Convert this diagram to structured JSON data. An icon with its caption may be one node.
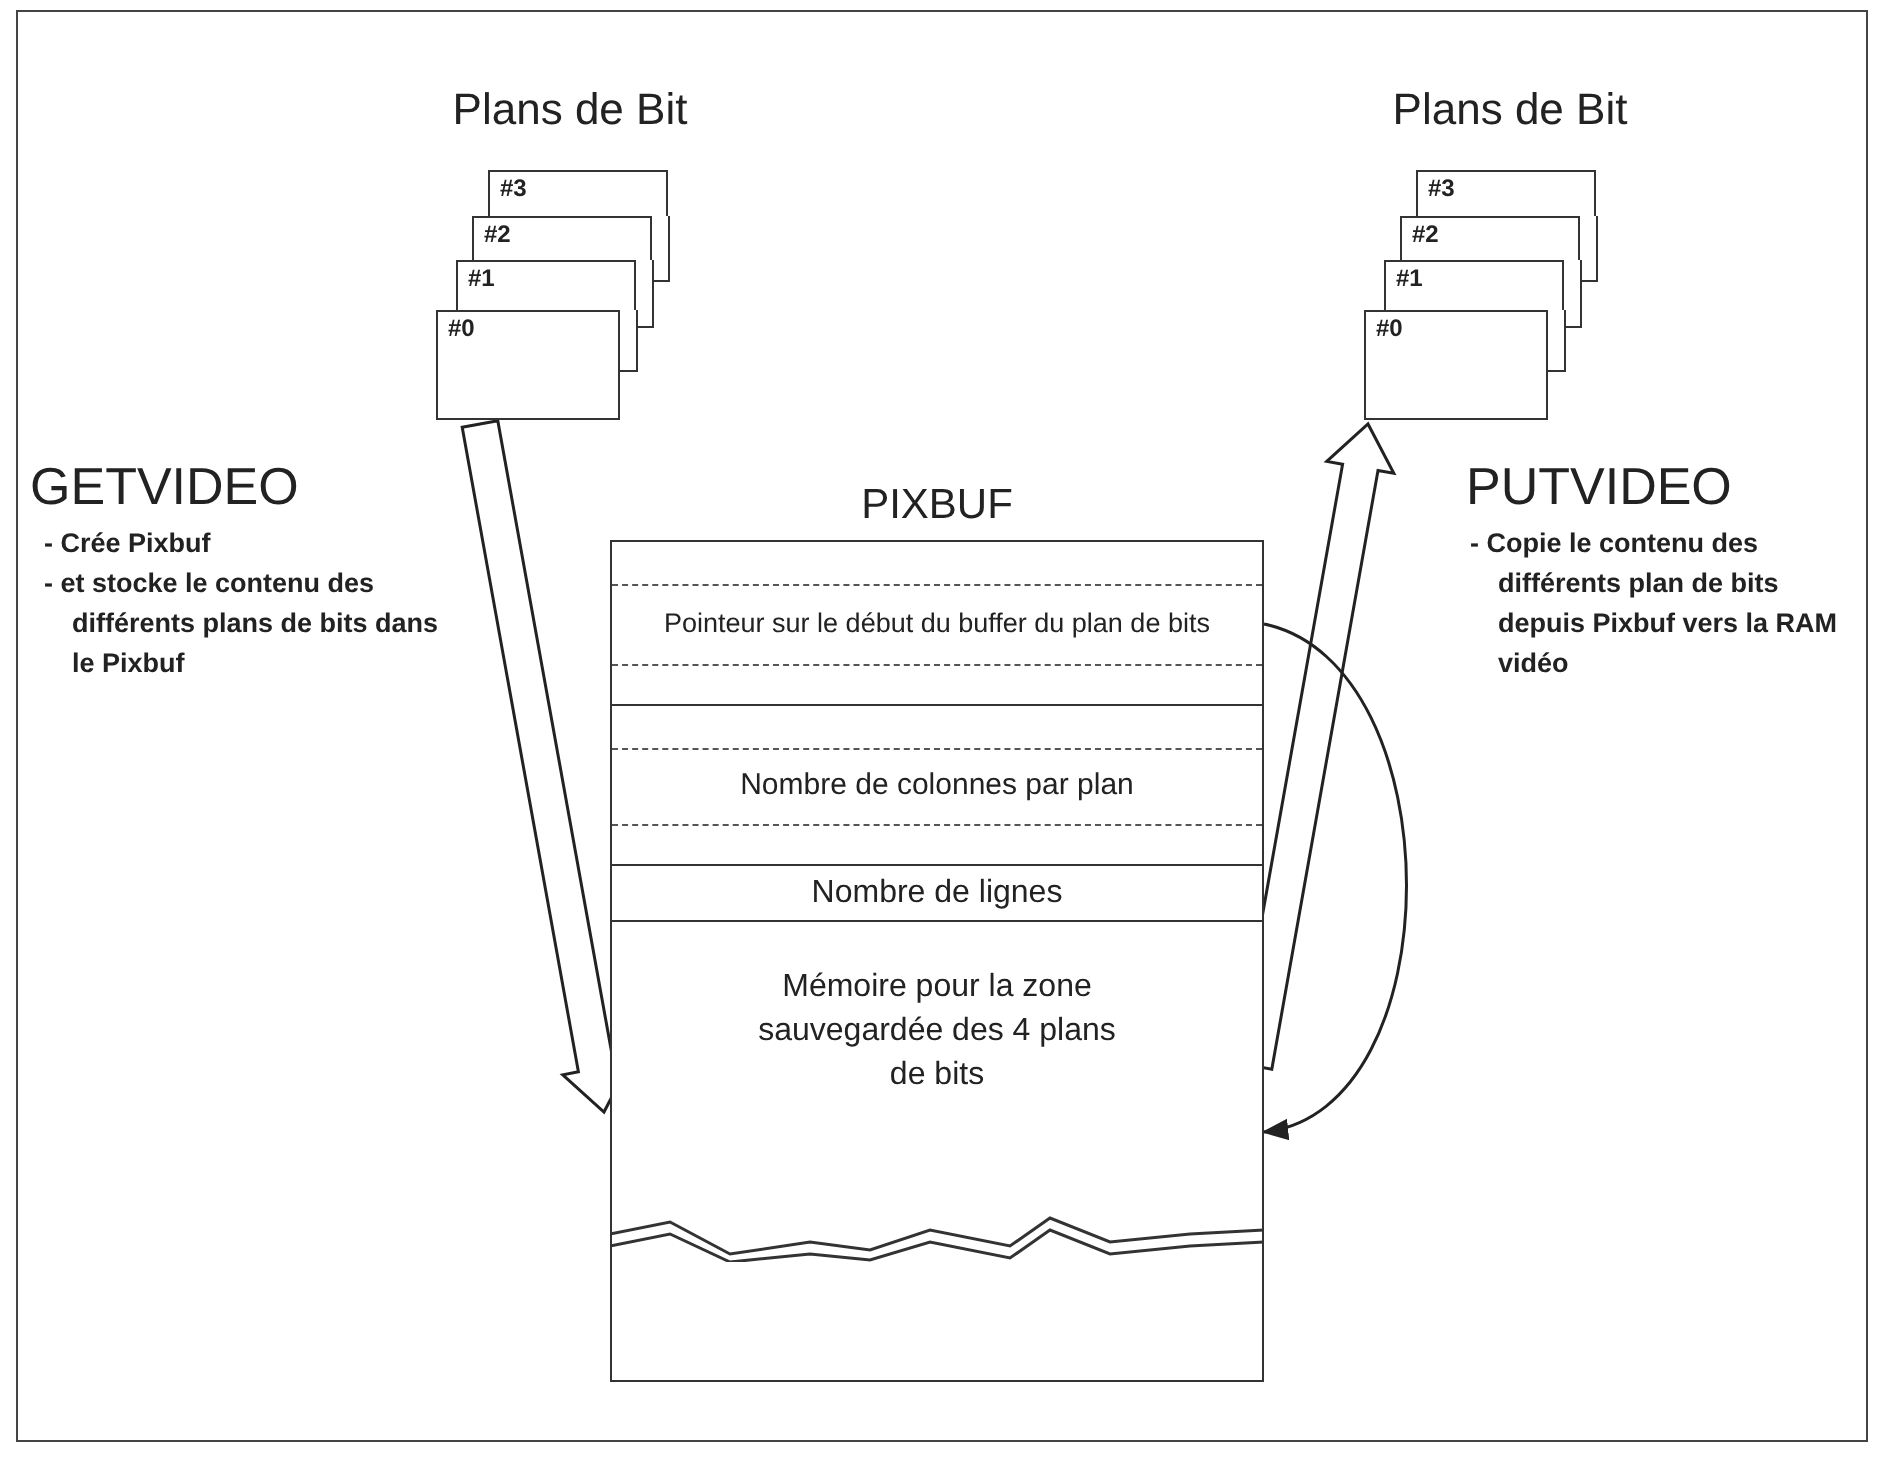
{
  "diagram": {
    "nodes": [
      {
        "text": [
          "#3"
        ]
      },
      {
        "text": [
          "#2"
        ]
      },
      {
        "text": [
          "#1"
        ]
      },
      {
        "text": [
          "#0"
        ]
      },
      {
        "text": [
          "#3"
        ]
      },
      {
        "text": [
          "#2"
        ]
      },
      {
        "text": [
          "#1"
        ]
      },
      {
        "text": [
          "#0"
        ]
      },
      {
        "text": [
          "PIXBUF"
        ]
      },
      {
        "text": [
          "Pointeur sur le début du buffer du plan de bits"
        ],
        "in": 8
      },
      {
        "text": [
          "Nombre de colonnes par plan"
        ],
        "in": 8
      },
      {
        "text": [
          "Nombre de lignes"
        ],
        "in": 8
      },
      {
        "text": [
          "Mémoire pour la zone sauvegardée des 4 plans de bits"
        ],
        "in": 8
      }
    ],
    "edges": [
      {
        "from": 3,
        "to": 12,
        "arrow": "to",
        "style": "thick"
      },
      {
        "from": 12,
        "to": 7,
        "arrow": "to",
        "style": "thick"
      },
      {
        "from": 9,
        "to": 12,
        "arrow": "to"
      }
    ],
    "labels": [
      "Plans de Bit",
      "Plans de Bit",
      "GETVIDEO",
      "- Crée Pixbuf",
      "- et stocke le contenu des différents plans de bits dans le Pixbuf",
      "PUTVIDEO",
      "- Copie le contenu des différents plan de bits depuis Pixbuf vers la RAM vidéo"
    ]
  }
}
